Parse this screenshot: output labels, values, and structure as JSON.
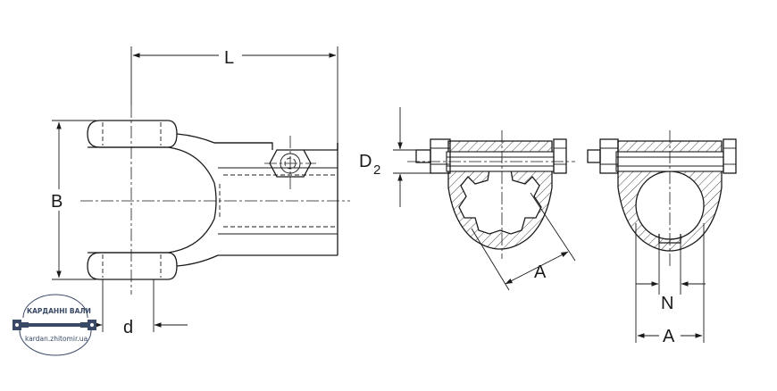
{
  "labels": {
    "L": "L",
    "B": "B",
    "d": "d",
    "D": "D",
    "D_sub": "2",
    "A_left": "A",
    "A_right": "A",
    "N": "N"
  },
  "watermark": {
    "top_text": "КАРДАННІ ВАЛИ",
    "bottom_text": "kardan.zhitomir.ua"
  },
  "colors": {
    "line": "#1a1a1a",
    "watermark": "#3a4a66",
    "background": "#ffffff"
  }
}
